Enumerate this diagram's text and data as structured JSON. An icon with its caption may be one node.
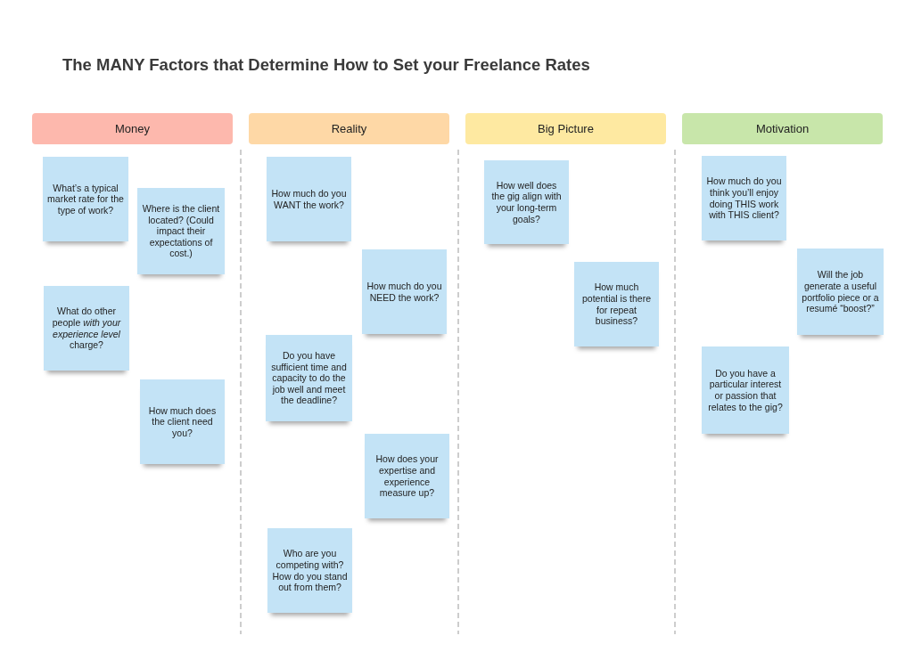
{
  "diagram": {
    "title": "The MANY Factors that Determine How to Set your Freelance Rates",
    "nodes": [
      {
        "text": [
          "Money"
        ]
      },
      {
        "text": [
          "Reality"
        ]
      },
      {
        "text": [
          "Big Picture"
        ]
      },
      {
        "text": [
          "Motivation"
        ]
      },
      {
        "text": [
          "What’s a typical market rate for the type of work?"
        ]
      },
      {
        "text": [
          "Where is the client located? (Could impact their expectations of cost.)"
        ]
      },
      {
        "text": [
          "What do other people *with your experience level* charge?"
        ]
      },
      {
        "text": [
          "How much does the client need you?"
        ]
      },
      {
        "text": [
          "How much do you WANT the work?"
        ]
      },
      {
        "text": [
          "How much do you NEED the work?"
        ]
      },
      {
        "text": [
          "Do you have sufficient time and capacity to do the job well and meet the deadline?"
        ]
      },
      {
        "text": [
          "How does your expertise and experience measure up?"
        ]
      },
      {
        "text": [
          "Who are you competing with? How do you stand out from them?"
        ]
      },
      {
        "text": [
          "How well does the gig align with your long-term goals?"
        ]
      },
      {
        "text": [
          "How much potential is there for repeat business?"
        ]
      },
      {
        "text": [
          "How much do you think you’ll enjoy doing THIS work with THIS client?"
        ]
      },
      {
        "text": [
          "Will the job generate a useful portfolio piece or a resumé “boost?”"
        ]
      },
      {
        "text": [
          "Do you have a particular interest or passion that relates to the gig?"
        ]
      }
    ]
  }
}
